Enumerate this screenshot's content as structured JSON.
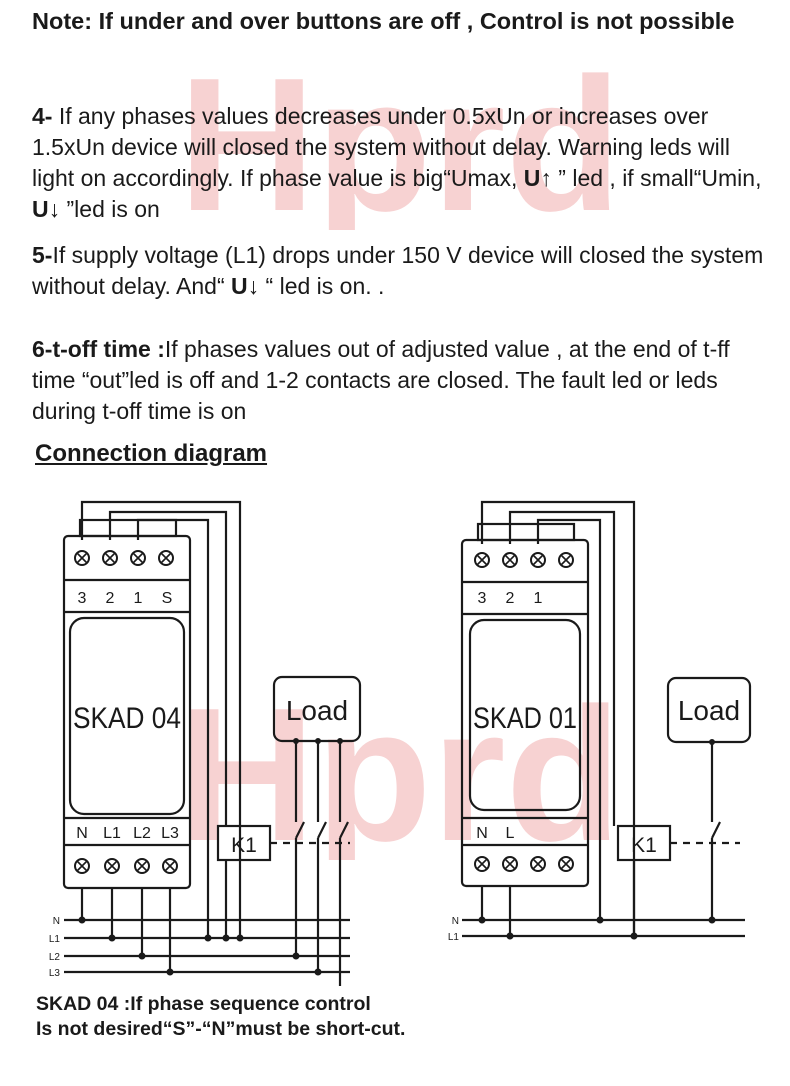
{
  "watermark": "Hprd",
  "note": "Note: If under and over buttons are off , Control is not possible",
  "item4": {
    "num": "4-",
    "text": " If any phases values decreases under 0.5xUn or increases over 1.5xUn device will closed the system without delay. Warning leds will light on accordingly. If phase value is big“Umax, ",
    "sym_up": "U↑",
    "text2": " ” led , if small“Umin, ",
    "sym_down": "U↓",
    "text3": " ”led is on"
  },
  "item5": {
    "num": "5-",
    "text": "If supply voltage (L1) drops under 150 V device will closed the system without delay. And“ ",
    "sym_down": "U↓",
    "text2": " “ led is on. ."
  },
  "item6": {
    "num": "6-t-off time :",
    "text": "If phases values out of adjusted value , at the end of t-ff time “out”led is off and 1-2 contacts are closed. The fault led or leds during t-off time is on"
  },
  "heading": "Connection diagram",
  "diagram_left": {
    "device": "SKAD 04",
    "top_terminals": [
      "3",
      "2",
      "1",
      "S"
    ],
    "bottom_terminals": [
      "N",
      "L1",
      "L2",
      "L3"
    ],
    "relay": "K1",
    "load": "Load"
  },
  "diagram_right": {
    "device": "SKAD 01",
    "top_terminals": [
      "3",
      "2",
      "1"
    ],
    "bottom_terminals": [
      "N",
      "L"
    ],
    "relay": "K1",
    "load": "Load"
  },
  "lines_left": [
    "N",
    "L1",
    "L2",
    "L3"
  ],
  "lines_right": [
    "N",
    "L1"
  ],
  "footer": {
    "line1": "SKAD 04 :If phase sequence control",
    "line2": "Is not desired“S”-“N”must be short-cut."
  }
}
